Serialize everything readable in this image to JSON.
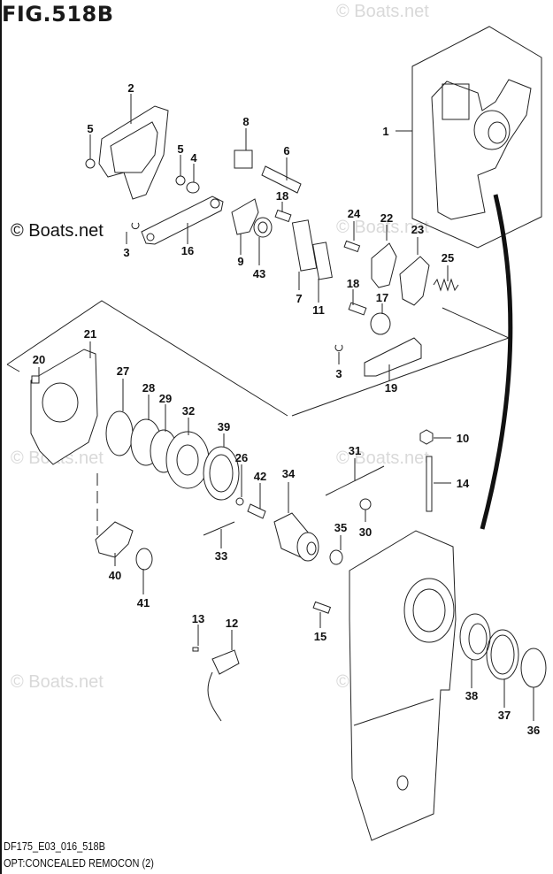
{
  "figure": {
    "title": "FIG.518B",
    "caption_code": "DF175_E03_016_518B",
    "caption_name": "OPT:CONCEALED REMOCON (2)"
  },
  "watermarks": {
    "main": "© Boats.net",
    "faint": "© Boats.net"
  },
  "parts": [
    {
      "id": "1",
      "label": "1"
    },
    {
      "id": "2",
      "label": "2"
    },
    {
      "id": "3a",
      "label": "3"
    },
    {
      "id": "3b",
      "label": "3"
    },
    {
      "id": "4",
      "label": "4"
    },
    {
      "id": "5a",
      "label": "5"
    },
    {
      "id": "5b",
      "label": "5"
    },
    {
      "id": "6",
      "label": "6"
    },
    {
      "id": "7",
      "label": "7"
    },
    {
      "id": "8",
      "label": "8"
    },
    {
      "id": "9",
      "label": "9"
    },
    {
      "id": "10",
      "label": "10"
    },
    {
      "id": "11",
      "label": "11"
    },
    {
      "id": "12",
      "label": "12"
    },
    {
      "id": "13",
      "label": "13"
    },
    {
      "id": "14",
      "label": "14"
    },
    {
      "id": "15",
      "label": "15"
    },
    {
      "id": "16",
      "label": "16"
    },
    {
      "id": "17",
      "label": "17"
    },
    {
      "id": "18a",
      "label": "18"
    },
    {
      "id": "18b",
      "label": "18"
    },
    {
      "id": "19",
      "label": "19"
    },
    {
      "id": "20",
      "label": "20"
    },
    {
      "id": "21",
      "label": "21"
    },
    {
      "id": "22",
      "label": "22"
    },
    {
      "id": "23",
      "label": "23"
    },
    {
      "id": "24",
      "label": "24"
    },
    {
      "id": "25",
      "label": "25"
    },
    {
      "id": "26",
      "label": "26"
    },
    {
      "id": "27",
      "label": "27"
    },
    {
      "id": "28",
      "label": "28"
    },
    {
      "id": "29",
      "label": "29"
    },
    {
      "id": "30",
      "label": "30"
    },
    {
      "id": "31",
      "label": "31"
    },
    {
      "id": "32",
      "label": "32"
    },
    {
      "id": "33",
      "label": "33"
    },
    {
      "id": "34",
      "label": "34"
    },
    {
      "id": "35",
      "label": "35"
    },
    {
      "id": "36",
      "label": "36"
    },
    {
      "id": "37",
      "label": "37"
    },
    {
      "id": "38",
      "label": "38"
    },
    {
      "id": "39",
      "label": "39"
    },
    {
      "id": "40",
      "label": "40"
    },
    {
      "id": "41",
      "label": "41"
    },
    {
      "id": "42",
      "label": "42"
    },
    {
      "id": "43",
      "label": "43"
    }
  ]
}
